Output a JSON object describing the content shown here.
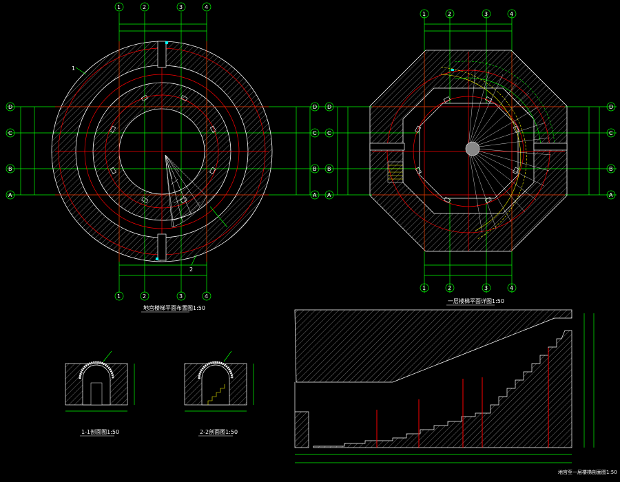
{
  "colors": {
    "background": "#000000",
    "axis_green": "#00ff00",
    "grid_red": "#ff0000",
    "hatch": "#ffffff",
    "stair_yellow": "#ffff00",
    "marker_cyan": "#00ffff",
    "label_white": "#ffffff"
  },
  "axes": {
    "columns": [
      "1",
      "2",
      "3",
      "4"
    ],
    "rows": [
      "D",
      "C",
      "B",
      "A"
    ]
  },
  "titles": {
    "plan_left": "地宫楼梯平面布置图1:50",
    "plan_right": "一层楼梯平面详图1:50",
    "section_1": "1-1剖面图1:50",
    "section_2": "2-2剖面图1:50",
    "section_main": "地宫至一层楼梯剖面图1:50"
  },
  "callouts": {
    "leader_1": "1",
    "leader_2": "2"
  }
}
